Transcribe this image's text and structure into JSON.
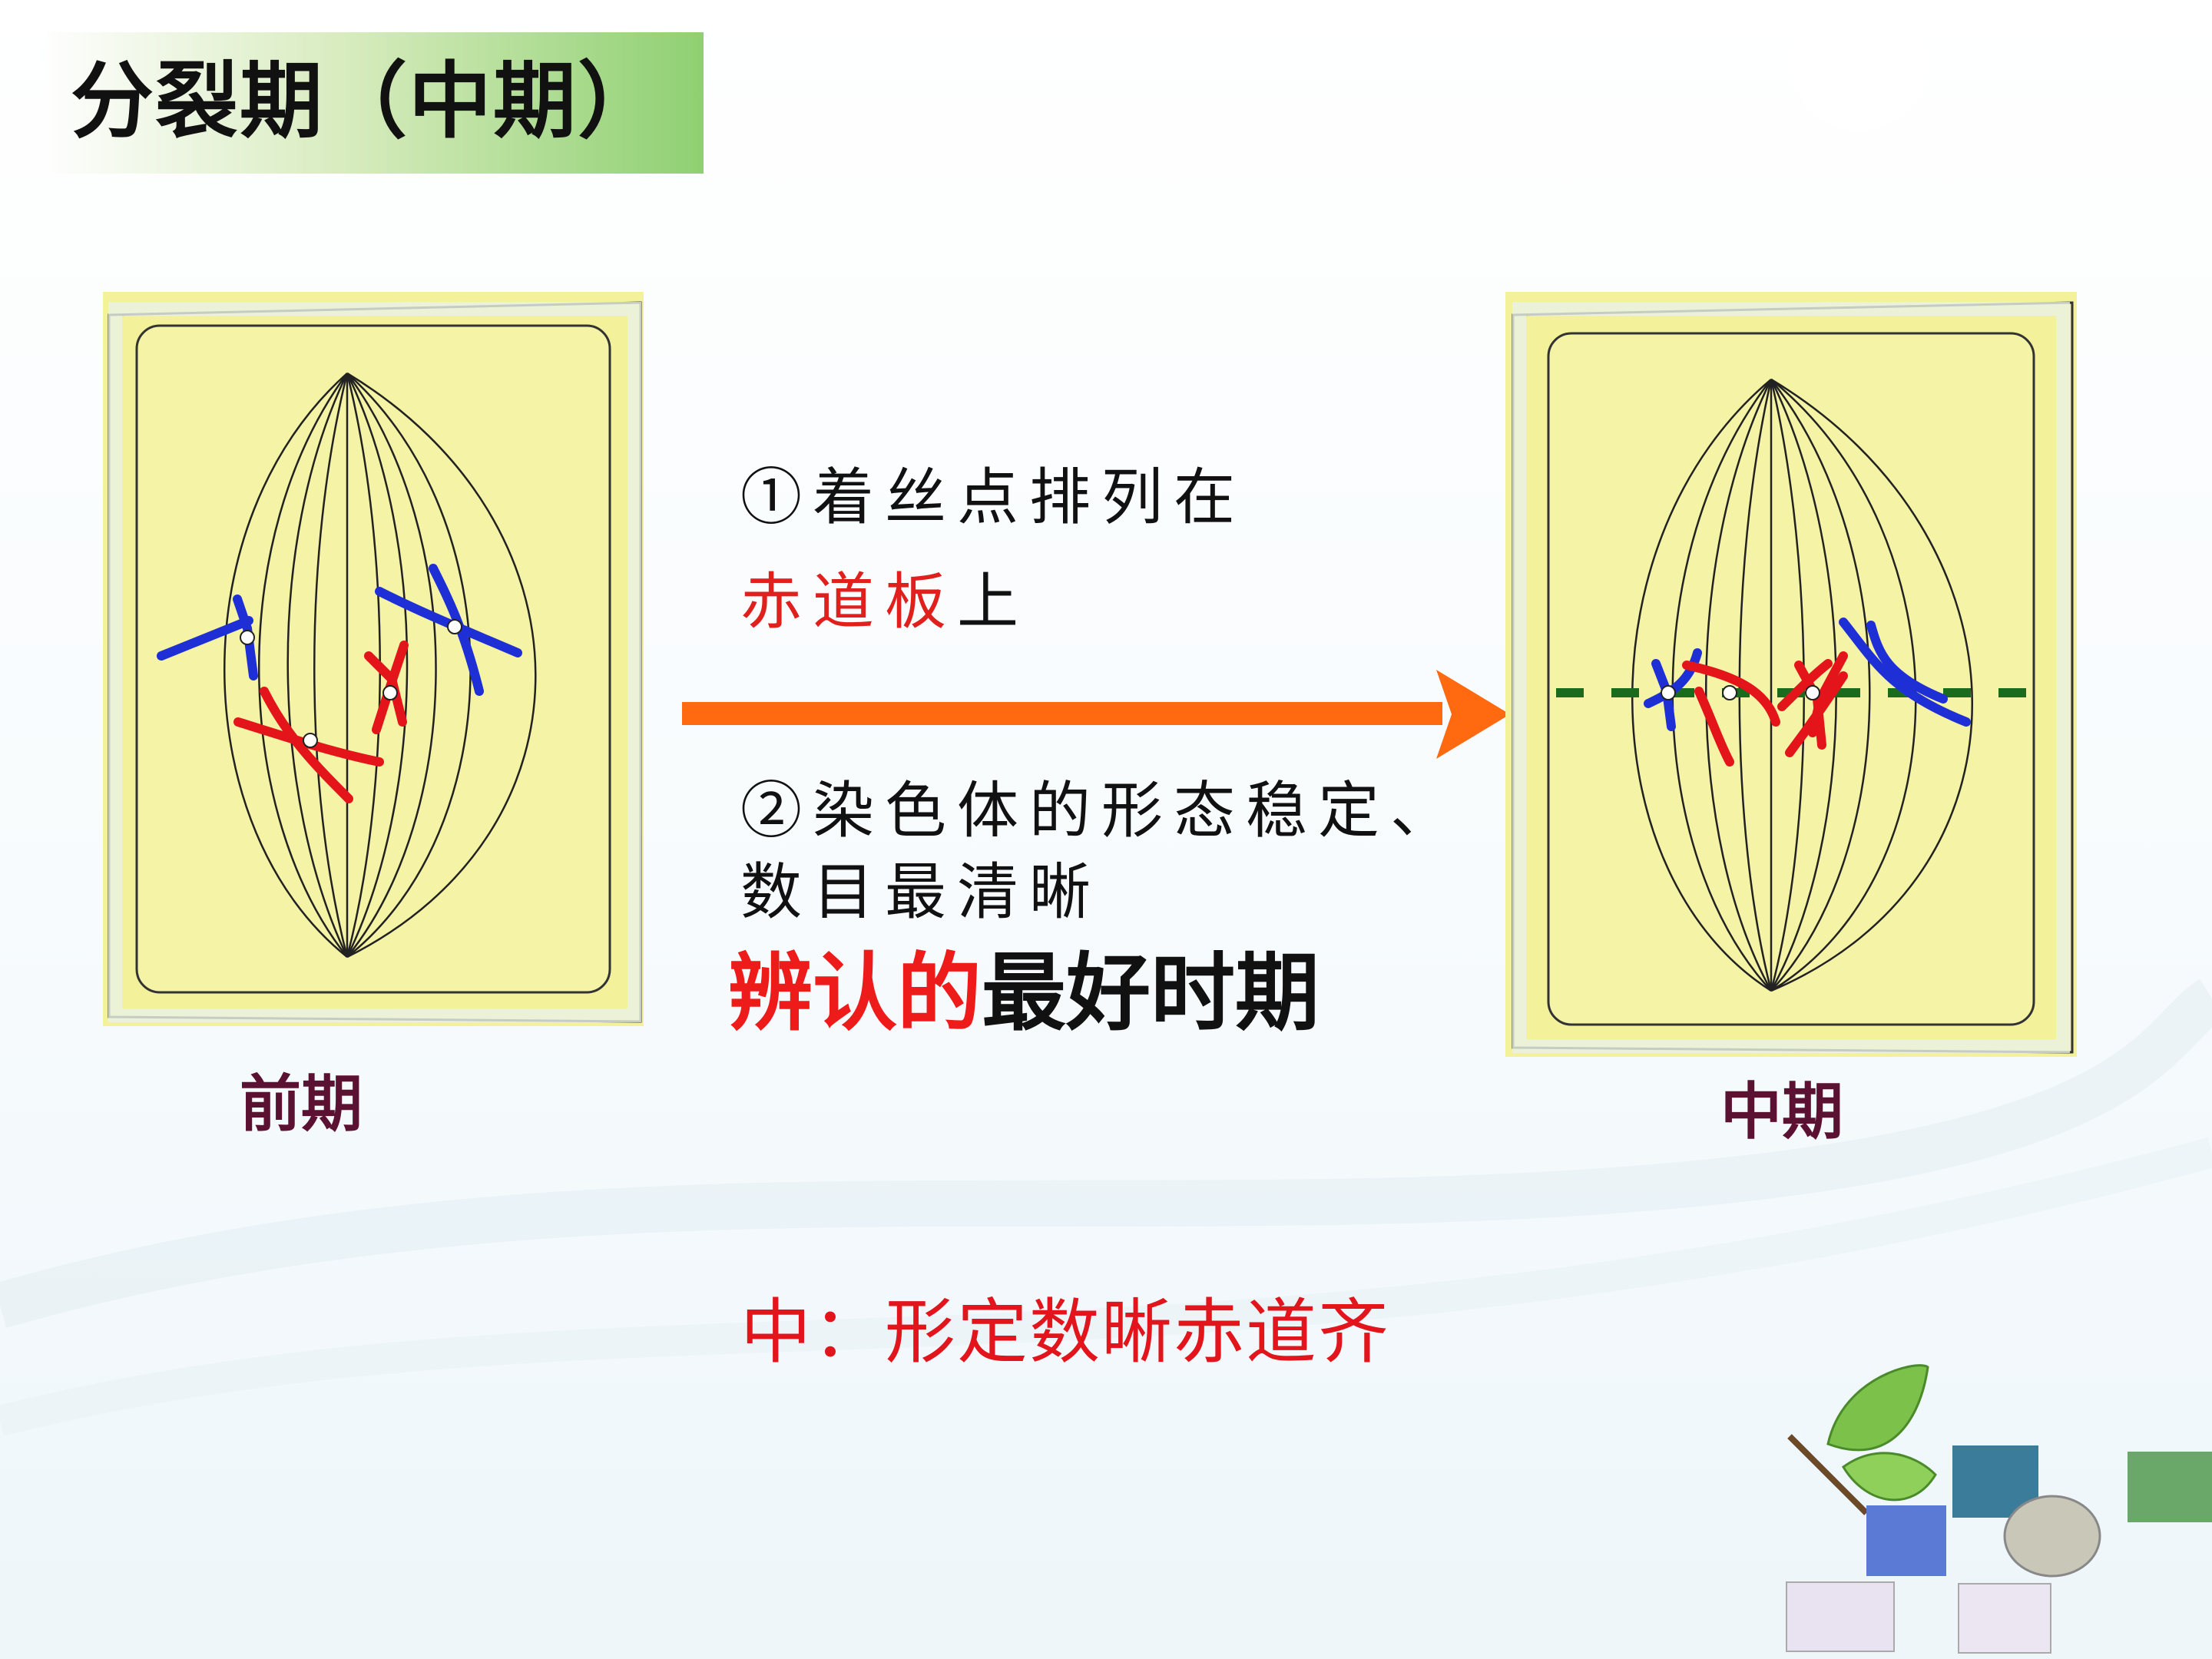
{
  "title": "分裂期（中期）",
  "left_caption": "前期",
  "right_caption": "中期",
  "point1": {
    "line_a": "①着丝点排列在",
    "highlight": "赤道板",
    "tail": "上"
  },
  "point2": {
    "line_a": "②染色体的形态稳定、",
    "line_b": "数目最清晰"
  },
  "emphasis": {
    "red": "辨认的",
    "black": "最好时期"
  },
  "mnemonic": "中：形定数晰赤道齐",
  "colors": {
    "arrow": "#ff6a10",
    "cell_fill": "#f3f19a",
    "chromosome_red": "#e3151a",
    "chromosome_blue": "#1f2fd6",
    "equator_line": "#1b6b1f"
  }
}
